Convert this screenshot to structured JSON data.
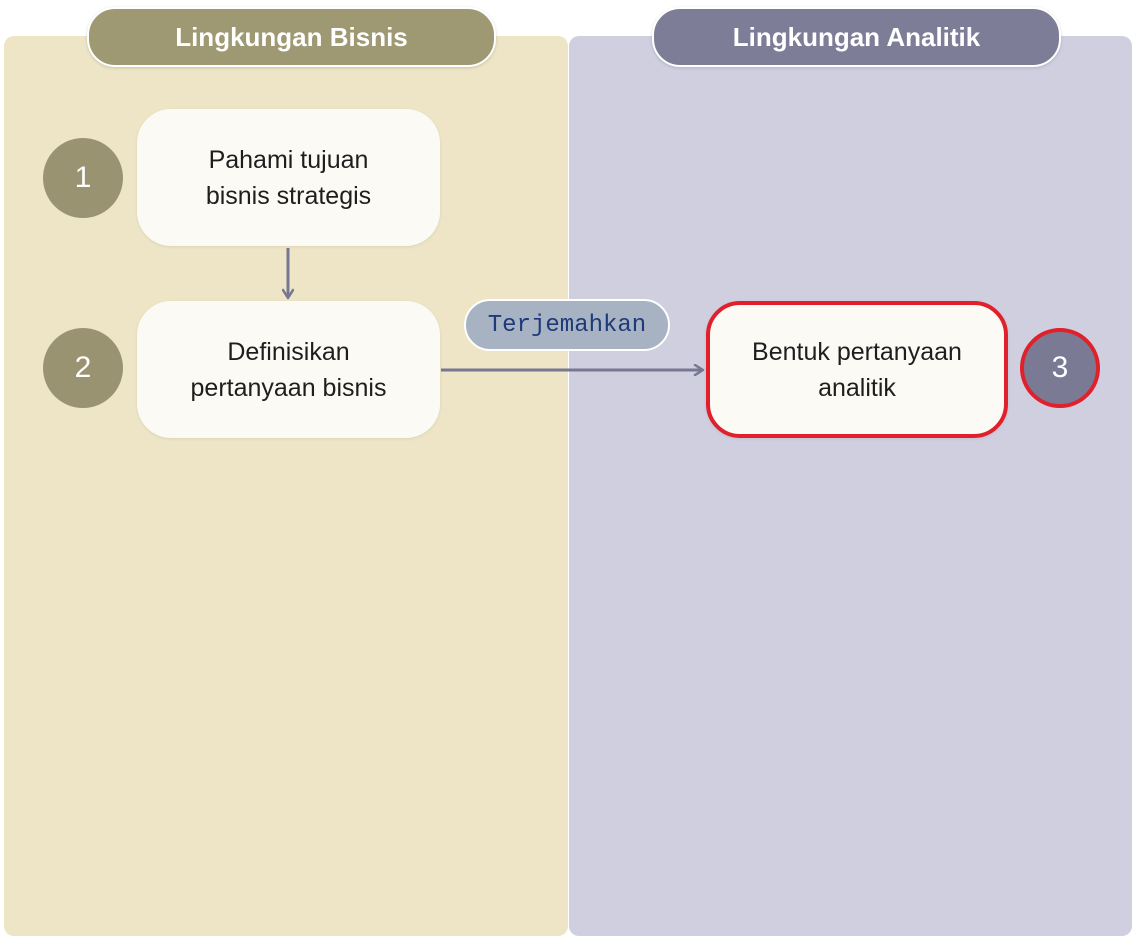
{
  "lanes": {
    "business": {
      "title": "Lingkungan Bisnis",
      "color": "#ede5c6",
      "header_color": "#9e9873"
    },
    "analytics": {
      "title": "Lingkungan Analitik",
      "color": "#cfcfe0",
      "header_color": "#7d7d97"
    }
  },
  "steps": [
    {
      "number": "1",
      "label": "Pahami tujuan\nbisnis strategis",
      "lane": "business"
    },
    {
      "number": "2",
      "label": "Definisikan\npertanyaan bisnis",
      "lane": "business"
    },
    {
      "number": "3",
      "label": "Bentuk pertanyaan\nanalitik",
      "lane": "analytics",
      "highlighted": true
    }
  ],
  "connector_label": "Terjemahkan",
  "colors": {
    "highlight": "#e0202a",
    "arrow": "#777792",
    "connector_text": "#1f3a7a"
  }
}
